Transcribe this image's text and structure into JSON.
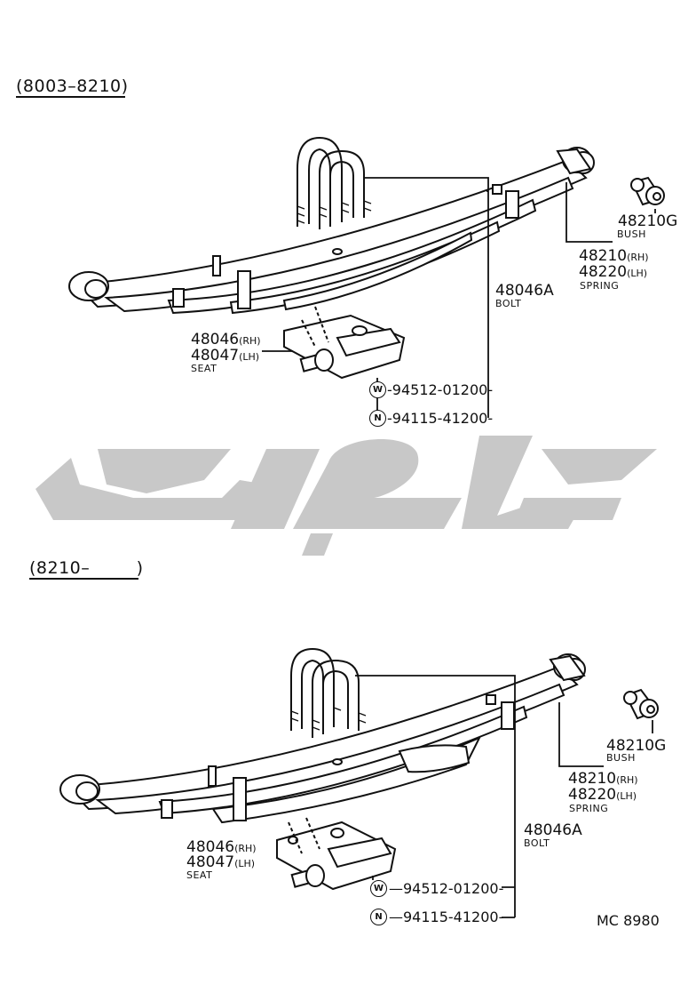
{
  "sections": [
    {
      "header": "(8003–8210)",
      "bush": {
        "number": "48210G",
        "label": "BUSH"
      },
      "spring": {
        "number_rh": "48210",
        "suffix_rh": "(RH)",
        "number_lh": "48220",
        "suffix_lh": "(LH)",
        "label": "SPRING"
      },
      "bolt": {
        "number": "48046A",
        "label": "BOLT"
      },
      "seat": {
        "number_rh": "48046",
        "suffix_rh": "(RH)",
        "number_lh": "48047",
        "suffix_lh": "(LH)",
        "label": "SEAT"
      },
      "washer": {
        "symbol": "W",
        "code": "-94512-01200-"
      },
      "nut": {
        "symbol": "N",
        "code": "-94115-41200-"
      }
    },
    {
      "header": "(8210–        )",
      "bush": {
        "number": "48210G",
        "label": "BUSH"
      },
      "spring": {
        "number_rh": "48210",
        "suffix_rh": "(RH)",
        "number_lh": "48220",
        "suffix_lh": "(LH)",
        "label": "SPRING"
      },
      "bolt": {
        "number": "48046A",
        "label": "BOLT"
      },
      "seat": {
        "number_rh": "48046",
        "suffix_rh": "(RH)",
        "number_lh": "48047",
        "suffix_lh": "(LH)",
        "label": "SEAT"
      },
      "washer": {
        "symbol": "W",
        "code": "—94512-01200-"
      },
      "nut": {
        "symbol": "N",
        "code": "—94115-41200-"
      }
    }
  ],
  "footer_code": "MC 8980",
  "colors": {
    "ink": "#111111",
    "watermark": "#c8c8c8"
  }
}
